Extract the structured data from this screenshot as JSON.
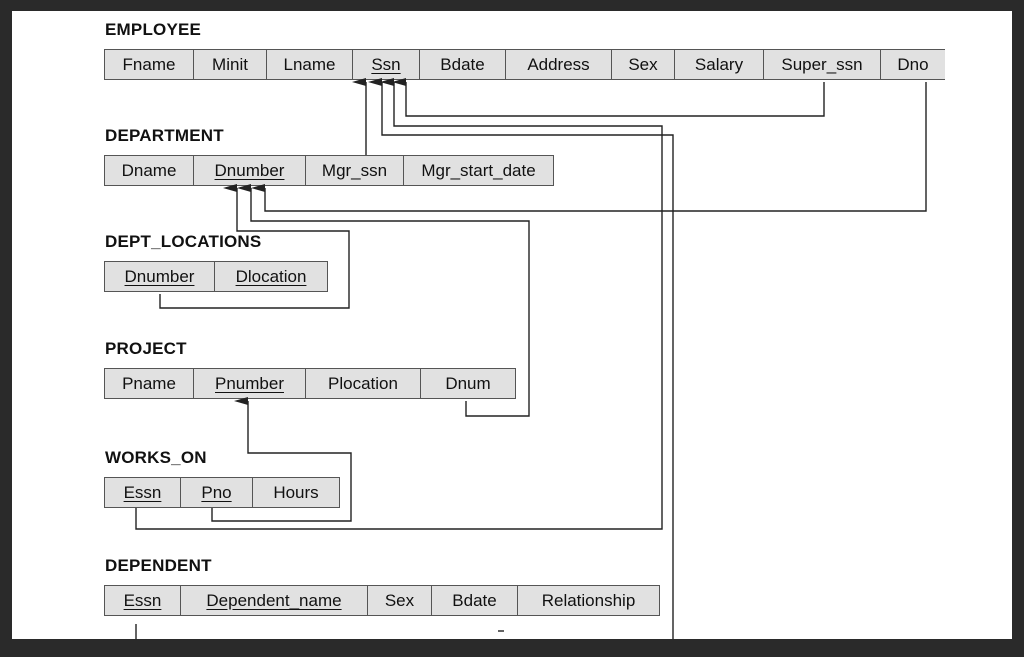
{
  "relations": {
    "employee": {
      "title": "EMPLOYEE",
      "attributes": [
        "Fname",
        "Minit",
        "Lname",
        "Ssn",
        "Bdate",
        "Address",
        "Sex",
        "Salary",
        "Super_ssn",
        "Dno"
      ],
      "primary_key": [
        "Ssn"
      ]
    },
    "department": {
      "title": "DEPARTMENT",
      "attributes": [
        "Dname",
        "Dnumber",
        "Mgr_ssn",
        "Mgr_start_date"
      ],
      "primary_key": [
        "Dnumber"
      ]
    },
    "dept_locations": {
      "title": "DEPT_LOCATIONS",
      "attributes": [
        "Dnumber",
        "Dlocation"
      ],
      "primary_key": [
        "Dnumber",
        "Dlocation"
      ]
    },
    "project": {
      "title": "PROJECT",
      "attributes": [
        "Pname",
        "Pnumber",
        "Plocation",
        "Dnum"
      ],
      "primary_key": [
        "Pnumber"
      ]
    },
    "works_on": {
      "title": "WORKS_ON",
      "attributes": [
        "Essn",
        "Pno",
        "Hours"
      ],
      "primary_key": [
        "Essn",
        "Pno"
      ]
    },
    "dependent": {
      "title": "DEPENDENT",
      "attributes": [
        "Essn",
        "Dependent_name",
        "Sex",
        "Bdate",
        "Relationship"
      ],
      "primary_key": [
        "Essn",
        "Dependent_name"
      ]
    }
  },
  "foreign_keys": [
    {
      "from": "EMPLOYEE.Super_ssn",
      "to": "EMPLOYEE.Ssn"
    },
    {
      "from": "EMPLOYEE.Dno",
      "to": "DEPARTMENT.Dnumber"
    },
    {
      "from": "DEPARTMENT.Mgr_ssn",
      "to": "EMPLOYEE.Ssn"
    },
    {
      "from": "DEPT_LOCATIONS.Dnumber",
      "to": "DEPARTMENT.Dnumber"
    },
    {
      "from": "PROJECT.Dnum",
      "to": "DEPARTMENT.Dnumber"
    },
    {
      "from": "WORKS_ON.Essn",
      "to": "EMPLOYEE.Ssn"
    },
    {
      "from": "WORKS_ON.Pno",
      "to": "PROJECT.Pnumber"
    },
    {
      "from": "DEPENDENT.Essn",
      "to": "EMPLOYEE.Ssn"
    }
  ],
  "colors": {
    "cell_fill": "#e1e1e1",
    "border": "#555555",
    "line": "#222222",
    "frame": "#2a2a2a"
  }
}
